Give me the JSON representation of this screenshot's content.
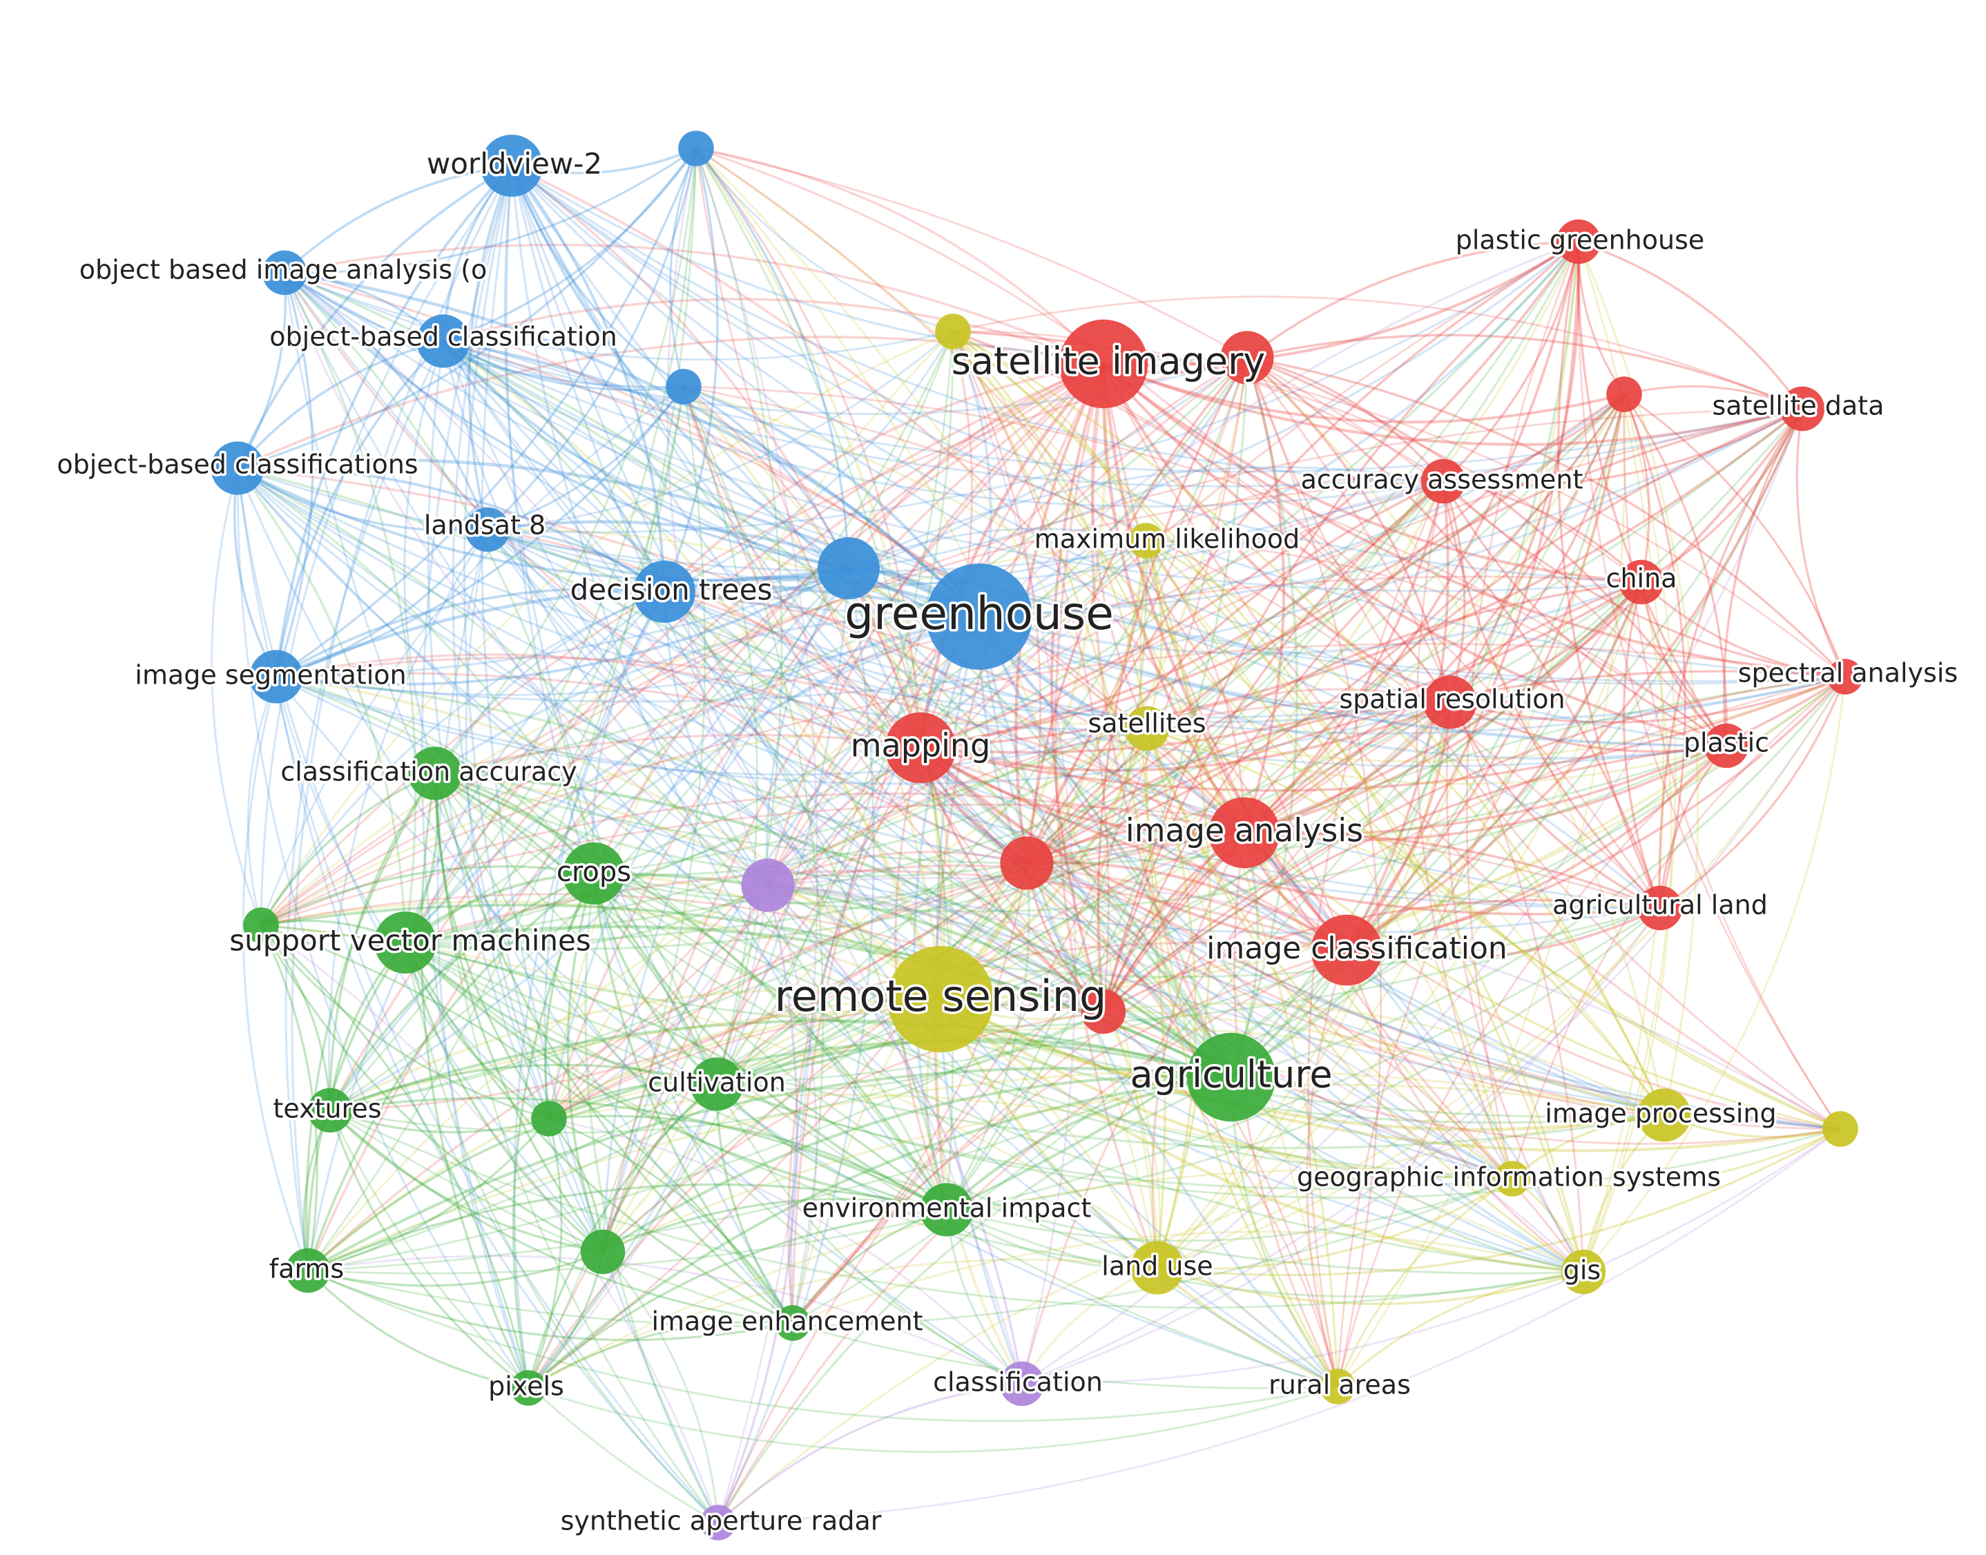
{
  "clusters": {
    "red": {
      "color": "#e8413f"
    },
    "green": {
      "color": "#3aab39"
    },
    "blue": {
      "color": "#3b8fd9"
    },
    "yellow": {
      "color": "#c8c424"
    },
    "purple": {
      "color": "#ad84dc"
    }
  },
  "nodes": [
    {
      "id": "greenhouse",
      "label": "greenhouse",
      "cluster": "blue",
      "weight": 10
    },
    {
      "id": "remote-sensing",
      "label": "remote sensing",
      "cluster": "yellow",
      "weight": 10
    },
    {
      "id": "satellite-imagery",
      "label": "satellite imagery",
      "cluster": "red",
      "weight": 8
    },
    {
      "id": "agriculture",
      "label": "agriculture",
      "cluster": "green",
      "weight": 8
    },
    {
      "id": "mapping",
      "label": "mapping",
      "cluster": "red",
      "weight": 6
    },
    {
      "id": "image-analysis",
      "label": "image analysis",
      "cluster": "red",
      "weight": 6
    },
    {
      "id": "image-classification",
      "label": "image classification",
      "cluster": "red",
      "weight": 6
    },
    {
      "id": "decision-trees",
      "label": "decision trees",
      "cluster": "blue",
      "weight": 5
    },
    {
      "id": "worldview-2",
      "label": "worldview-2",
      "cluster": "blue",
      "weight": 5
    },
    {
      "id": "crops",
      "label": "crops",
      "cluster": "green",
      "weight": 5
    },
    {
      "id": "support-vector-machines",
      "label": "support vector machines",
      "cluster": "green",
      "weight": 5
    },
    {
      "id": "cultivation",
      "label": "cultivation",
      "cluster": "green",
      "weight": 4
    },
    {
      "id": "environmental-impact",
      "label": "environmental impact",
      "cluster": "green",
      "weight": 4
    },
    {
      "id": "land-use",
      "label": "land use",
      "cluster": "yellow",
      "weight": 4
    },
    {
      "id": "object-based-classification",
      "label": "object-based classification",
      "cluster": "blue",
      "weight": 4
    },
    {
      "id": "object-based-classifications",
      "label": "object-based classifications",
      "cluster": "blue",
      "weight": 4
    },
    {
      "id": "image-segmentation",
      "label": "image segmentation",
      "cluster": "blue",
      "weight": 4
    },
    {
      "id": "classification-accuracy",
      "label": "classification accuracy",
      "cluster": "green",
      "weight": 4
    },
    {
      "id": "spatial-resolution",
      "label": "spatial resolution",
      "cluster": "red",
      "weight": 4
    },
    {
      "id": "image-processing",
      "label": "image processing",
      "cluster": "yellow",
      "weight": 4
    },
    {
      "id": "satellites",
      "label": "satellites",
      "cluster": "yellow",
      "weight": 3
    },
    {
      "id": "classification",
      "label": "classification",
      "cluster": "purple",
      "weight": 3
    },
    {
      "id": "landsat-8",
      "label": "landsat 8",
      "cluster": "blue",
      "weight": 3
    },
    {
      "id": "object-based-image-analysis",
      "label": "object based image analysis (o",
      "cluster": "blue",
      "weight": 3
    },
    {
      "id": "textures",
      "label": "textures",
      "cluster": "green",
      "weight": 3
    },
    {
      "id": "farms",
      "label": "farms",
      "cluster": "green",
      "weight": 3
    },
    {
      "id": "gis",
      "label": "gis",
      "cluster": "yellow",
      "weight": 3
    },
    {
      "id": "china",
      "label": "china",
      "cluster": "red",
      "weight": 3
    },
    {
      "id": "accuracy-assessment",
      "label": "accuracy assessment",
      "cluster": "red",
      "weight": 3
    },
    {
      "id": "satellite-data",
      "label": "satellite data",
      "cluster": "red",
      "weight": 3
    },
    {
      "id": "plastic-greenhouse",
      "label": "plastic greenhouse",
      "cluster": "red",
      "weight": 3
    },
    {
      "id": "plastic",
      "label": "plastic",
      "cluster": "red",
      "weight": 3
    },
    {
      "id": "agricultural-land",
      "label": "agricultural land",
      "cluster": "red",
      "weight": 3
    },
    {
      "id": "spectral-analysis",
      "label": "spectral analysis",
      "cluster": "red",
      "weight": 2
    },
    {
      "id": "maximum-likelihood",
      "label": "maximum likelihood",
      "cluster": "yellow",
      "weight": 2
    },
    {
      "id": "geographic-information-systems",
      "label": "geographic information systems",
      "cluster": "yellow",
      "weight": 2
    },
    {
      "id": "image-enhancement",
      "label": "image enhancement",
      "cluster": "green",
      "weight": 2
    },
    {
      "id": "pixels",
      "label": "pixels",
      "cluster": "green",
      "weight": 2
    },
    {
      "id": "rural-areas",
      "label": "rural areas",
      "cluster": "yellow",
      "weight": 2
    },
    {
      "id": "synthetic-aperture-radar",
      "label": "synthetic aperture radar",
      "cluster": "purple",
      "weight": 2
    },
    {
      "id": "unlabeled-blue-a",
      "label": "",
      "cluster": "blue",
      "weight": 5
    },
    {
      "id": "unlabeled-blue-b",
      "label": "",
      "cluster": "blue",
      "weight": 2
    },
    {
      "id": "unlabeled-blue-c",
      "label": "",
      "cluster": "blue",
      "weight": 2
    },
    {
      "id": "unlabeled-red-a",
      "label": "",
      "cluster": "red",
      "weight": 4
    },
    {
      "id": "unlabeled-red-b",
      "label": "",
      "cluster": "red",
      "weight": 4
    },
    {
      "id": "unlabeled-red-c",
      "label": "",
      "cluster": "red",
      "weight": 2
    },
    {
      "id": "unlabeled-red-d",
      "label": "",
      "cluster": "red",
      "weight": 3
    },
    {
      "id": "unlabeled-yellow-a",
      "label": "",
      "cluster": "yellow",
      "weight": 2
    },
    {
      "id": "unlabeled-yellow-b",
      "label": "",
      "cluster": "yellow",
      "weight": 2
    },
    {
      "id": "unlabeled-green-a",
      "label": "",
      "cluster": "green",
      "weight": 2
    },
    {
      "id": "unlabeled-green-b",
      "label": "",
      "cluster": "green",
      "weight": 3
    },
    {
      "id": "unlabeled-green-c",
      "label": "",
      "cluster": "green",
      "weight": 2
    },
    {
      "id": "unlabeled-purple-a",
      "label": "",
      "cluster": "purple",
      "weight": 4
    }
  ]
}
